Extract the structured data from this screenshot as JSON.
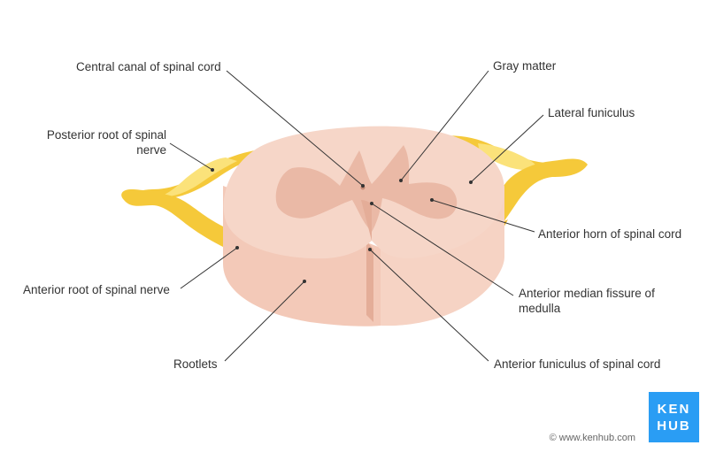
{
  "labels": {
    "central_canal": "Central canal of spinal cord",
    "gray_matter": "Gray matter",
    "lateral_funiculus": "Lateral funiculus",
    "posterior_root_line1": "Posterior root of spinal",
    "posterior_root_line2": "nerve",
    "anterior_horn": "Anterior horn of spinal cord",
    "anterior_root": "Anterior root of spinal nerve",
    "anterior_median_fissure_line1": "Anterior median fissure of",
    "anterior_median_fissure_line2": "medulla",
    "rootlets": "Rootlets",
    "anterior_funiculus": "Anterior funiculus of spinal cord"
  },
  "logo": {
    "line1": "KEN",
    "line2": "HUB",
    "color": "#2a9df4"
  },
  "copyright": "© www.kenhub.com",
  "colors": {
    "white_matter": "#f6d6c8",
    "white_matter_side": "#f3c9b8",
    "gray_matter": "#eab9a6",
    "nerve": "#f5c93a",
    "nerve_light": "#fbe27a",
    "leader_line": "#333333"
  }
}
